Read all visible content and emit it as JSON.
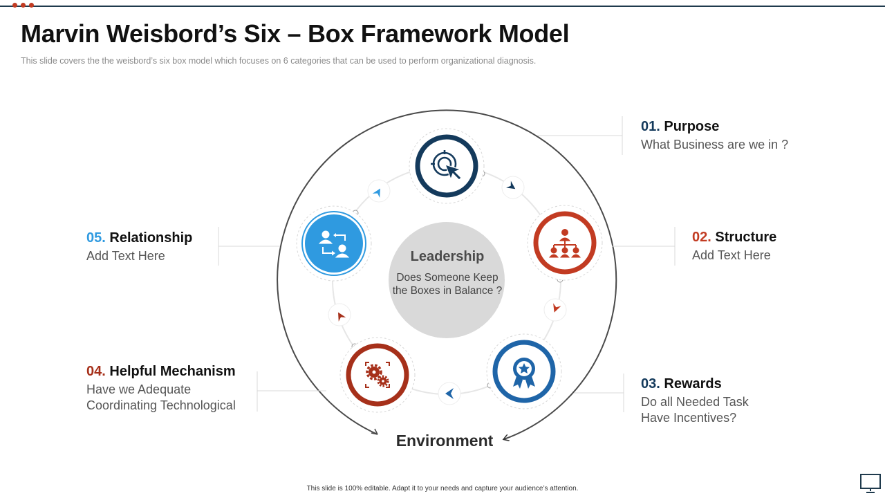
{
  "title": "Marvin Weisbord’s Six – Box Framework Model",
  "subtitle": "This slide covers the the weisbord’s six box model which focuses on 6 categories that can be used to perform organizational diagnosis.",
  "center": {
    "title": "Leadership",
    "text": "Does Someone Keep the Boxes in Balance ?"
  },
  "environment": "Environment",
  "boxes": [
    {
      "num": "01.",
      "title": "Purpose",
      "text": "What Business are we in ?",
      "color": "#143a5c",
      "icon": "target-cursor-icon"
    },
    {
      "num": "02.",
      "title": "Structure",
      "text": "Add Text Here",
      "color": "#c23b22",
      "icon": "org-chart-icon"
    },
    {
      "num": "03.",
      "title": "Rewards",
      "text": "Do all Needed Task Have Incentives?",
      "color": "#1f65a8",
      "icon": "award-badge-icon"
    },
    {
      "num": "04.",
      "title": "Helpful Mechanism",
      "text": "Have we Adequate Coordinating Technological",
      "color": "#a6301a",
      "icon": "gears-icon"
    },
    {
      "num": "05.",
      "title": "Relationship",
      "text": "Add Text Here",
      "color": "#2f9ae0",
      "icon": "people-exchange-icon"
    }
  ],
  "footer": "This slide is 100% editable. Adapt it to your needs and capture your audience’s attention.",
  "colors": {
    "dark_blue": "#143a5c",
    "red": "#c23b22",
    "blue": "#1f65a8",
    "dark_red": "#a6301a",
    "light_blue": "#2f9ae0",
    "center_fill": "#d9d9d9"
  }
}
